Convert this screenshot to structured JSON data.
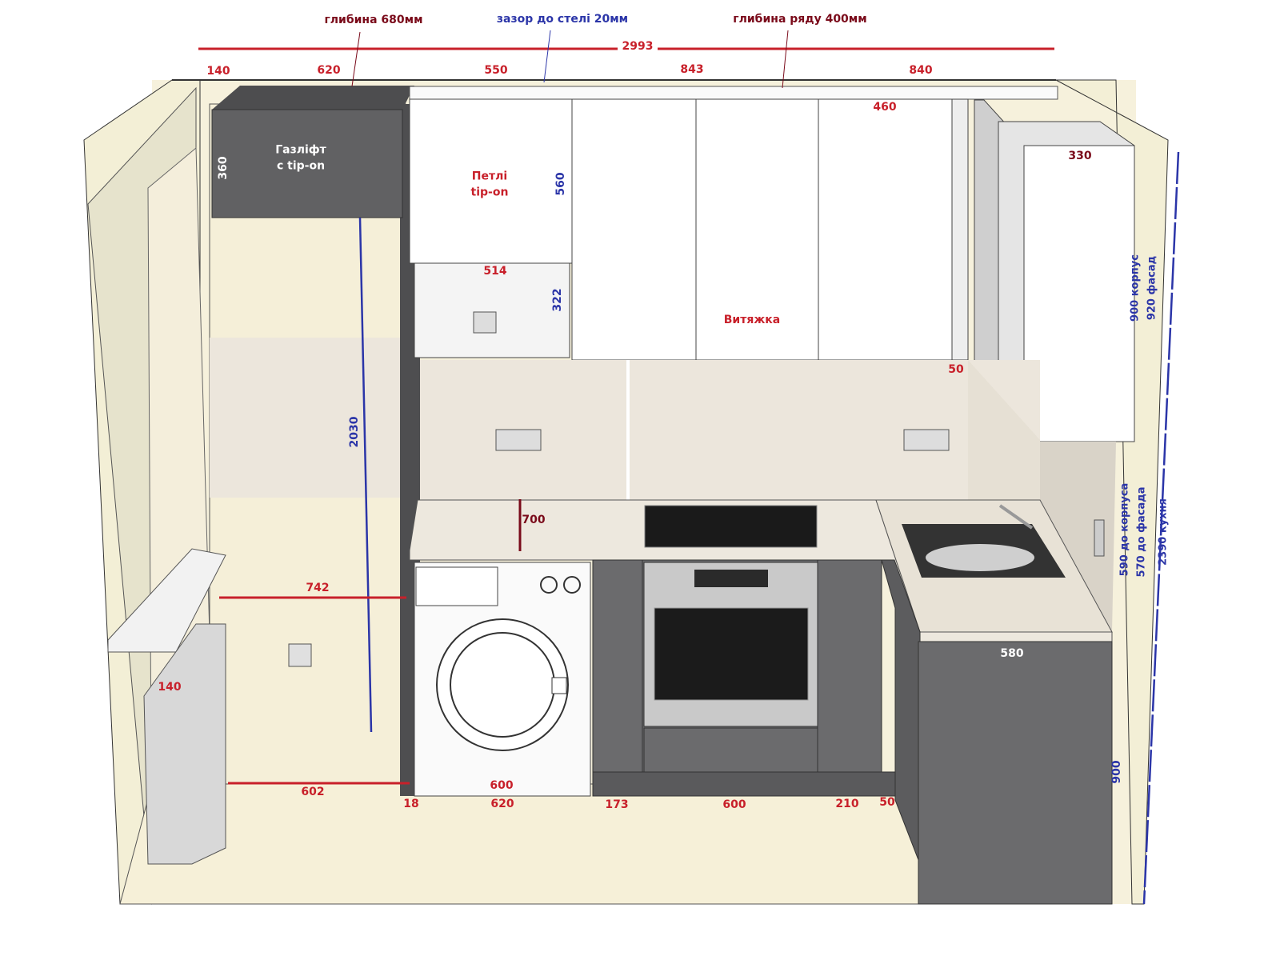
{
  "notes": {
    "depth_tall": "глибина 680мм",
    "ceiling_gap": "зазор до стелі 20мм",
    "row_depth": "глибина ряду 400мм",
    "gaslift": "Газліфт\nс tip-on",
    "hinges": "Петлі\ntip-on",
    "hood": "Витяжка"
  },
  "dimensions": {
    "total_width": "2993",
    "top": [
      "140",
      "620",
      "550",
      "843",
      "840"
    ],
    "gaslift_height": "360",
    "upper_height": "560",
    "upper_width_460": "460",
    "corner_330": "330",
    "niche_width": "514",
    "niche_height": "322",
    "gap_50_upper": "50",
    "tall_height": "2030",
    "backsplash": "700",
    "wall_742": "742",
    "radiator_140": "140",
    "sink_580": "580",
    "floor_602": "602",
    "panel_18": "18",
    "washer_600": "600",
    "washer_620": "620",
    "filler_173": "173",
    "oven_600": "600",
    "cab_210": "210",
    "gap_50_lower": "50",
    "base_900": "900",
    "upper_corpus": "900 корпус",
    "upper_facade": "920 фасад",
    "to_corpus": "590 до корпуса",
    "to_facade": "570 до фасада",
    "kitchen_height": "2390 кухня"
  },
  "colors": {
    "red": "#c8202a",
    "dark_red": "#7a0a1a",
    "blue": "#2b35a8",
    "graphite": "#6b6b6d",
    "wall": "#f3efd6"
  }
}
